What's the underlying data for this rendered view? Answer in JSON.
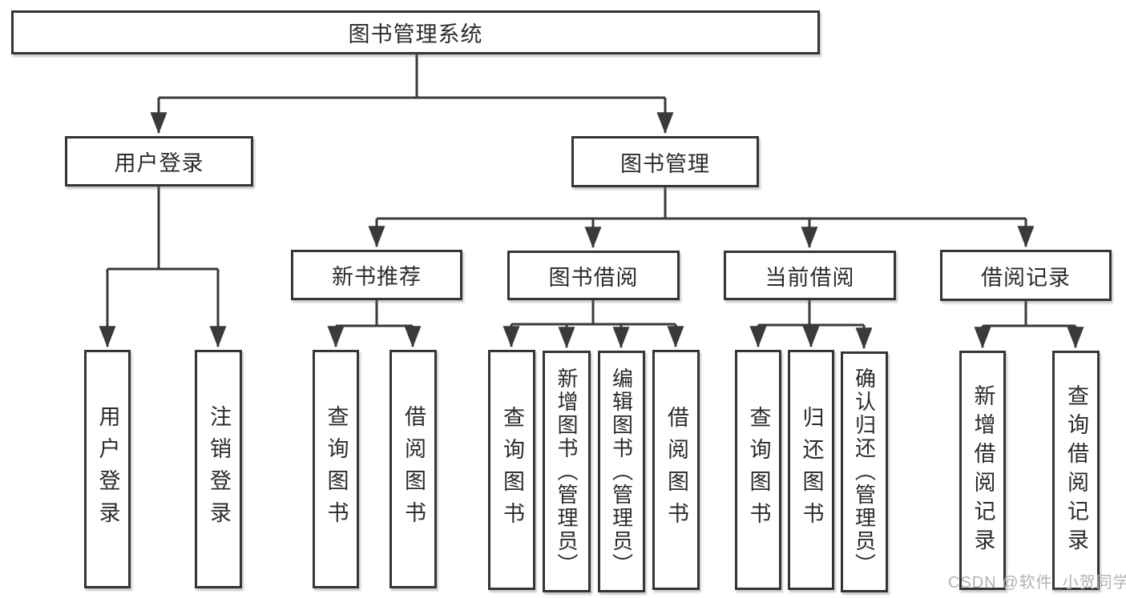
{
  "tree": {
    "label": "图书管理系统",
    "children": [
      {
        "label": "用户登录",
        "children": [
          {
            "label": "用户登录"
          },
          {
            "label": "注销登录"
          }
        ]
      },
      {
        "label": "图书管理",
        "children": [
          {
            "label": "新书推荐",
            "children": [
              {
                "label": "查询图书"
              },
              {
                "label": "借阅图书"
              }
            ]
          },
          {
            "label": "图书借阅",
            "children": [
              {
                "label": "查询图书"
              },
              {
                "label": "新增图书（管理员）"
              },
              {
                "label": "编辑图书（管理员）"
              },
              {
                "label": "借阅图书"
              }
            ]
          },
          {
            "label": "当前借阅",
            "children": [
              {
                "label": "查询图书"
              },
              {
                "label": "归还图书"
              },
              {
                "label": "确认归还（管理员）"
              }
            ]
          },
          {
            "label": "借阅记录",
            "children": [
              {
                "label": "新增借阅记录"
              },
              {
                "label": "查询借阅记录"
              }
            ]
          }
        ]
      }
    ]
  },
  "watermark": "CSDN @软件_小贺同学",
  "colors": {
    "line": "#3a3a3a",
    "box_border": "#353535",
    "text": "#2b2b2b",
    "watermark": "#b3b3b3",
    "background": "#ffffff"
  }
}
